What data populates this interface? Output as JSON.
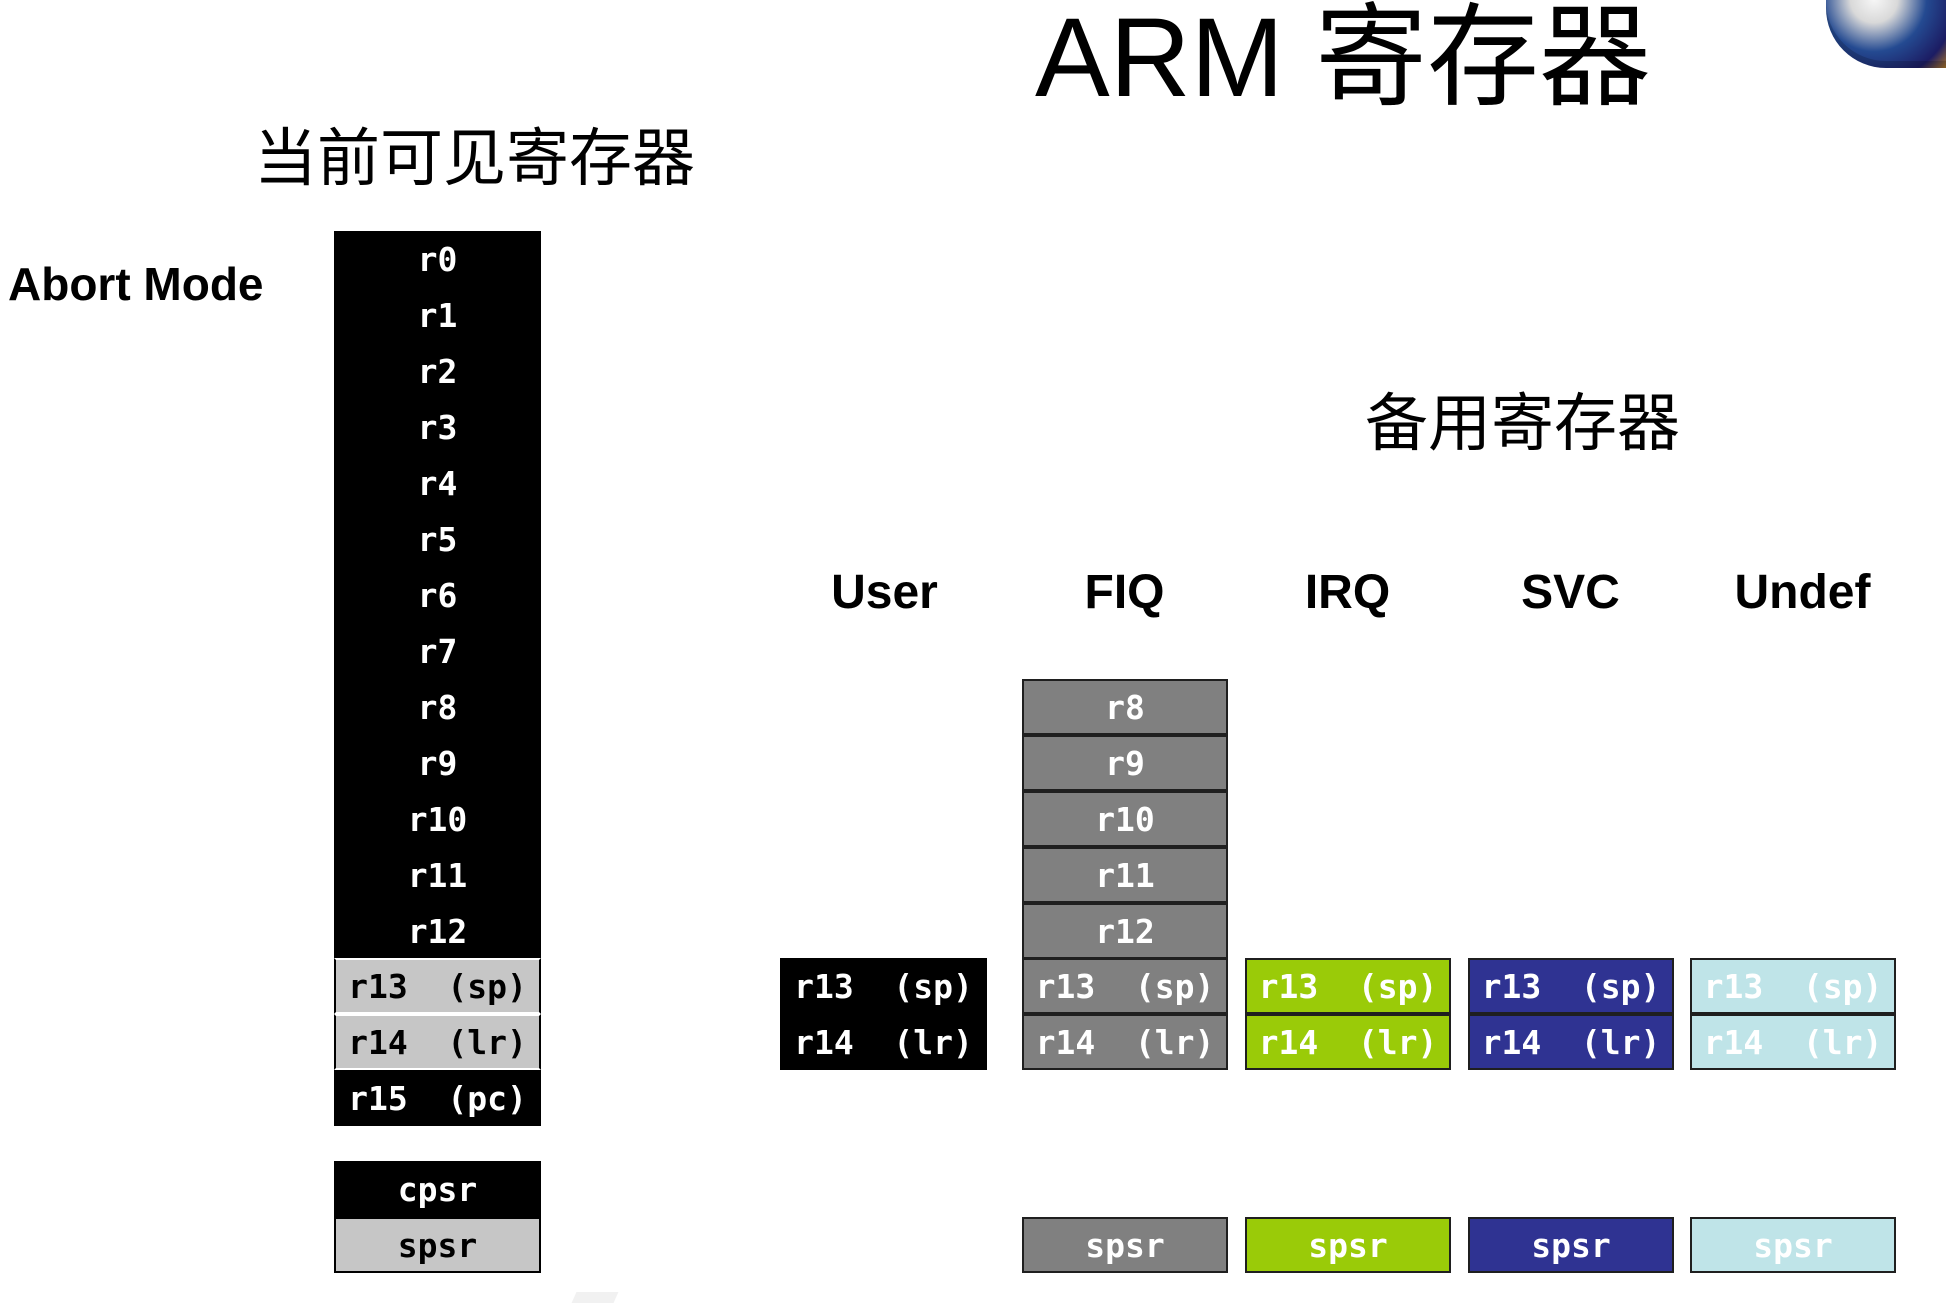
{
  "title": "ARM 寄存器",
  "current_visible_title": "当前可见寄存器",
  "banked_title": "备用寄存器",
  "mode_label": "Abort Mode",
  "mode_headers": {
    "user": "User",
    "fiq": "FIQ",
    "irq": "IRQ",
    "svc": "SVC",
    "undef": "Undef"
  },
  "current_registers": {
    "r0": "r0",
    "r1": "r1",
    "r2": "r2",
    "r3": "r3",
    "r4": "r4",
    "r5": "r5",
    "r6": "r6",
    "r7": "r7",
    "r8": "r8",
    "r9": "r9",
    "r10": "r10",
    "r11": "r11",
    "r12": "r12",
    "r13": "r13  (sp)",
    "r14": "r14  (lr)",
    "r15": "r15  (pc)",
    "cpsr": "cpsr",
    "spsr": "spsr"
  },
  "banked_registers": {
    "user": {
      "r13": "r13  (sp)",
      "r14": "r14  (lr)"
    },
    "fiq": {
      "r8": "r8",
      "r9": "r9",
      "r10": "r10",
      "r11": "r11",
      "r12": "r12",
      "r13": "r13  (sp)",
      "r14": "r14  (lr)",
      "spsr": "spsr"
    },
    "irq": {
      "r13": "r13  (sp)",
      "r14": "r14  (lr)",
      "spsr": "spsr"
    },
    "svc": {
      "r13": "r13  (sp)",
      "r14": "r14  (lr)",
      "spsr": "spsr"
    },
    "undef": {
      "r13": "r13  (sp)",
      "r14": "r14  (lr)",
      "spsr": "spsr"
    }
  },
  "colors": {
    "current_general": "#000000",
    "current_banked": "#c6c6c6",
    "fiq": "#808080",
    "irq": "#9acb08",
    "svc": "#2f3392",
    "undef": "#bfe4e8"
  }
}
